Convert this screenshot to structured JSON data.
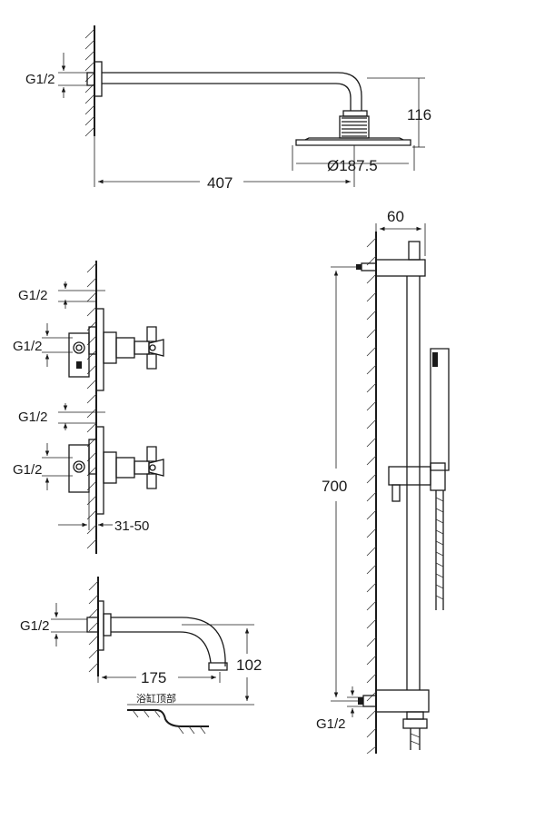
{
  "shower_head_assembly": {
    "thread_label": "G1/2",
    "height_dim": "116",
    "head_diameter": "Ø187.5",
    "arm_length": "407"
  },
  "valves": {
    "top_outlet_label": "G1/2",
    "top_inlet_label": "G1/2",
    "bottom_outlet_label": "G1/2",
    "bottom_inlet_label": "G1/2",
    "wall_depth_range": "31-50"
  },
  "bath_spout": {
    "thread_label": "G1/2",
    "length_dim": "175",
    "height_dim": "102",
    "bathtub_top_label": "浴缸顶部"
  },
  "slide_bar": {
    "width_dim": "60",
    "height_dim": "700",
    "inlet_label": "G1/2"
  }
}
